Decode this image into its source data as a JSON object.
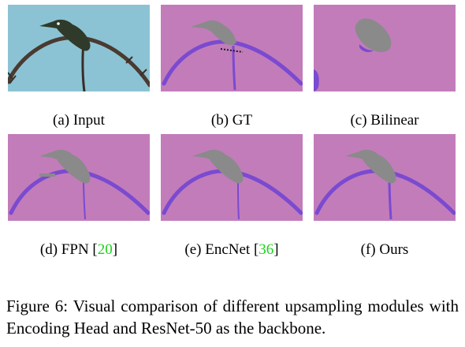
{
  "colors": {
    "background_class": "#c27cba",
    "branch_class": "#7a4ad0",
    "bird_class": "#8a8a8a",
    "sky": "#8bc3d4",
    "citation": "#18d418"
  },
  "panels": [
    {
      "label_prefix": "(a) Input",
      "ref": "",
      "label_suffix": ""
    },
    {
      "label_prefix": "(b) GT",
      "ref": "",
      "label_suffix": ""
    },
    {
      "label_prefix": "(c) Bilinear",
      "ref": "",
      "label_suffix": ""
    },
    {
      "label_prefix": "(d) FPN [",
      "ref": "20",
      "label_suffix": "]"
    },
    {
      "label_prefix": "(e) EncNet [",
      "ref": "36",
      "label_suffix": "]"
    },
    {
      "label_prefix": "(f) Ours",
      "ref": "",
      "label_suffix": ""
    }
  ],
  "caption": {
    "text": "Figure 6: Visual comparison of different upsampling modules with Encoding Head and ResNet-50 as the backbone."
  }
}
